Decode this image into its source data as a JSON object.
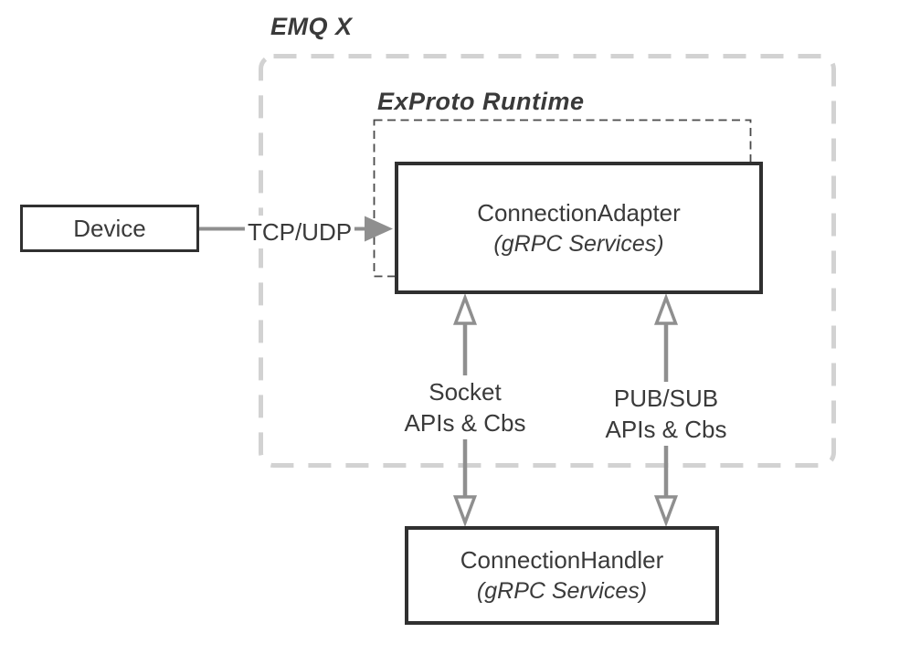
{
  "diagram": {
    "outer_group_label": "EMQ X",
    "inner_group_label": "ExProto Runtime",
    "nodes": {
      "device": {
        "label": "Device"
      },
      "connection_adapter": {
        "label": "ConnectionAdapter",
        "sublabel": "(gRPC Services)"
      },
      "connection_handler": {
        "label": "ConnectionHandler",
        "sublabel": "(gRPC Services)"
      }
    },
    "edges": {
      "tcp_udp": {
        "label": "TCP/UDP"
      },
      "socket": {
        "label_line1": "Socket",
        "label_line2": "APIs & Cbs"
      },
      "pubsub": {
        "label_line1": "PUB/SUB",
        "label_line2": "APIs & Cbs"
      }
    },
    "colors": {
      "background": "#ffffff",
      "box_border": "#303030",
      "text": "#3a3a3a",
      "outer_dashed_border": "#d2d2d2",
      "inner_dashed_border": "#4a4a4a",
      "arrow": "#8f8f8f"
    }
  }
}
